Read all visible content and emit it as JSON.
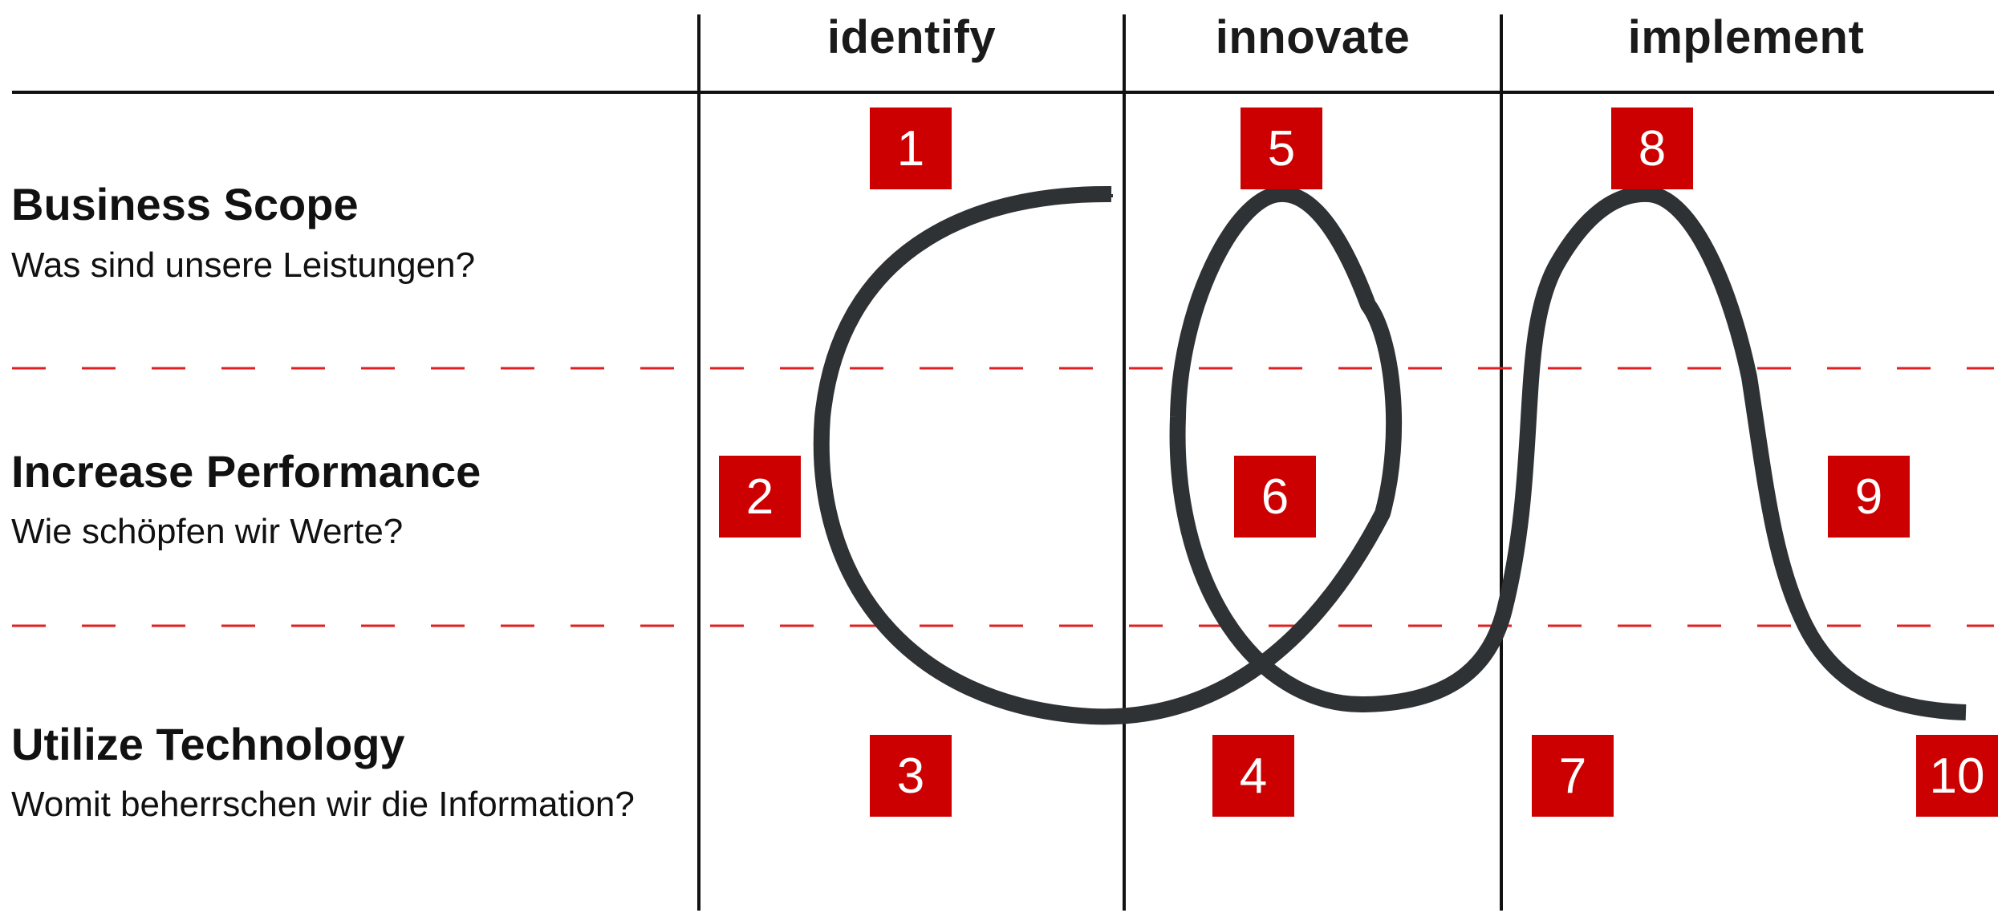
{
  "columns": [
    "identify",
    "innovate",
    "implement"
  ],
  "rows": [
    {
      "title": "Business Scope",
      "subtitle": "Was sind unsere Leistungen?"
    },
    {
      "title": "Increase Performance",
      "subtitle": "Wie schöpfen wir Werte?"
    },
    {
      "title": "Utilize Technology",
      "subtitle": "Womit beherrschen wir die Information?"
    }
  ],
  "steps": [
    "1",
    "2",
    "3",
    "4",
    "5",
    "6",
    "7",
    "8",
    "9",
    "10"
  ],
  "colors": {
    "accent": "#cc0000",
    "curve": "#2e3234",
    "lines": "#111111",
    "dashed": "#e02020"
  }
}
